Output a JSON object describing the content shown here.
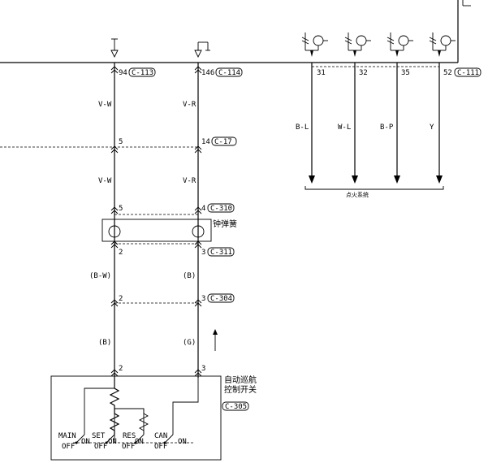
{
  "connectors": {
    "ecu_left": {
      "pin": "94",
      "code": "C-113"
    },
    "ecu_right": {
      "pin": "146",
      "code": "C-114"
    },
    "j_left": {
      "pin": "5"
    },
    "j_right": {
      "pin": "14",
      "code": "C-17"
    },
    "spring_top_left": {
      "pin": "5"
    },
    "spring_top_right": {
      "pin": "4",
      "code": "C-310"
    },
    "spring_bot_left": {
      "pin": "2"
    },
    "spring_bot_right": {
      "pin": "3",
      "code": "C-311"
    },
    "c304_left": {
      "pin": "2"
    },
    "c304_right": {
      "pin": "3",
      "code": "C-304"
    },
    "switch_left": {
      "pin": "2"
    },
    "switch_right": {
      "pin": "3"
    },
    "ign_pins": [
      "31",
      "32",
      "35",
      "52"
    ],
    "ign_code": "C-111"
  },
  "wires": {
    "w1_left": "V-W",
    "w1_right": "V-R",
    "w2_left": "V-W",
    "w2_right": "V-R",
    "w3_left": "(B-W)",
    "w3_right": "(B)",
    "w4_left": "(B)",
    "w4_right": "(G)",
    "ign": [
      "B-L",
      "W-L",
      "B-P",
      "Y"
    ]
  },
  "labels": {
    "clock_spring": "钟弹簧",
    "ignition_system": "点火系统",
    "cruise_switch_line1": "自动巡航",
    "cruise_switch_line2": "控制开关",
    "cruise_switch_code": "C-305"
  },
  "switches": [
    {
      "name": "MAIN",
      "off": "OFF",
      "on": "ON"
    },
    {
      "name": "SET",
      "off": "OFF",
      "on": "ON"
    },
    {
      "name": "RES",
      "off": "OFF",
      "on": "ON"
    },
    {
      "name": "CAN",
      "off": "OFF",
      "on": "ON"
    }
  ]
}
